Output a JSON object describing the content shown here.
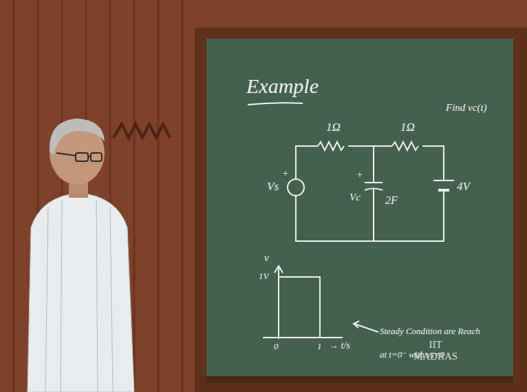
{
  "diagram": {
    "title": "Example",
    "labels": [
      "1Ω",
      "1Ω",
      "Find vc(t)",
      "Vs",
      "+",
      "+",
      "Vc",
      "2F",
      "4V",
      "v",
      "1V",
      "0",
      "1",
      "→ t/s",
      "Steady Condition are Reach",
      "at t=0⁻ with vs=0",
      "IIT MADRAS"
    ]
  }
}
